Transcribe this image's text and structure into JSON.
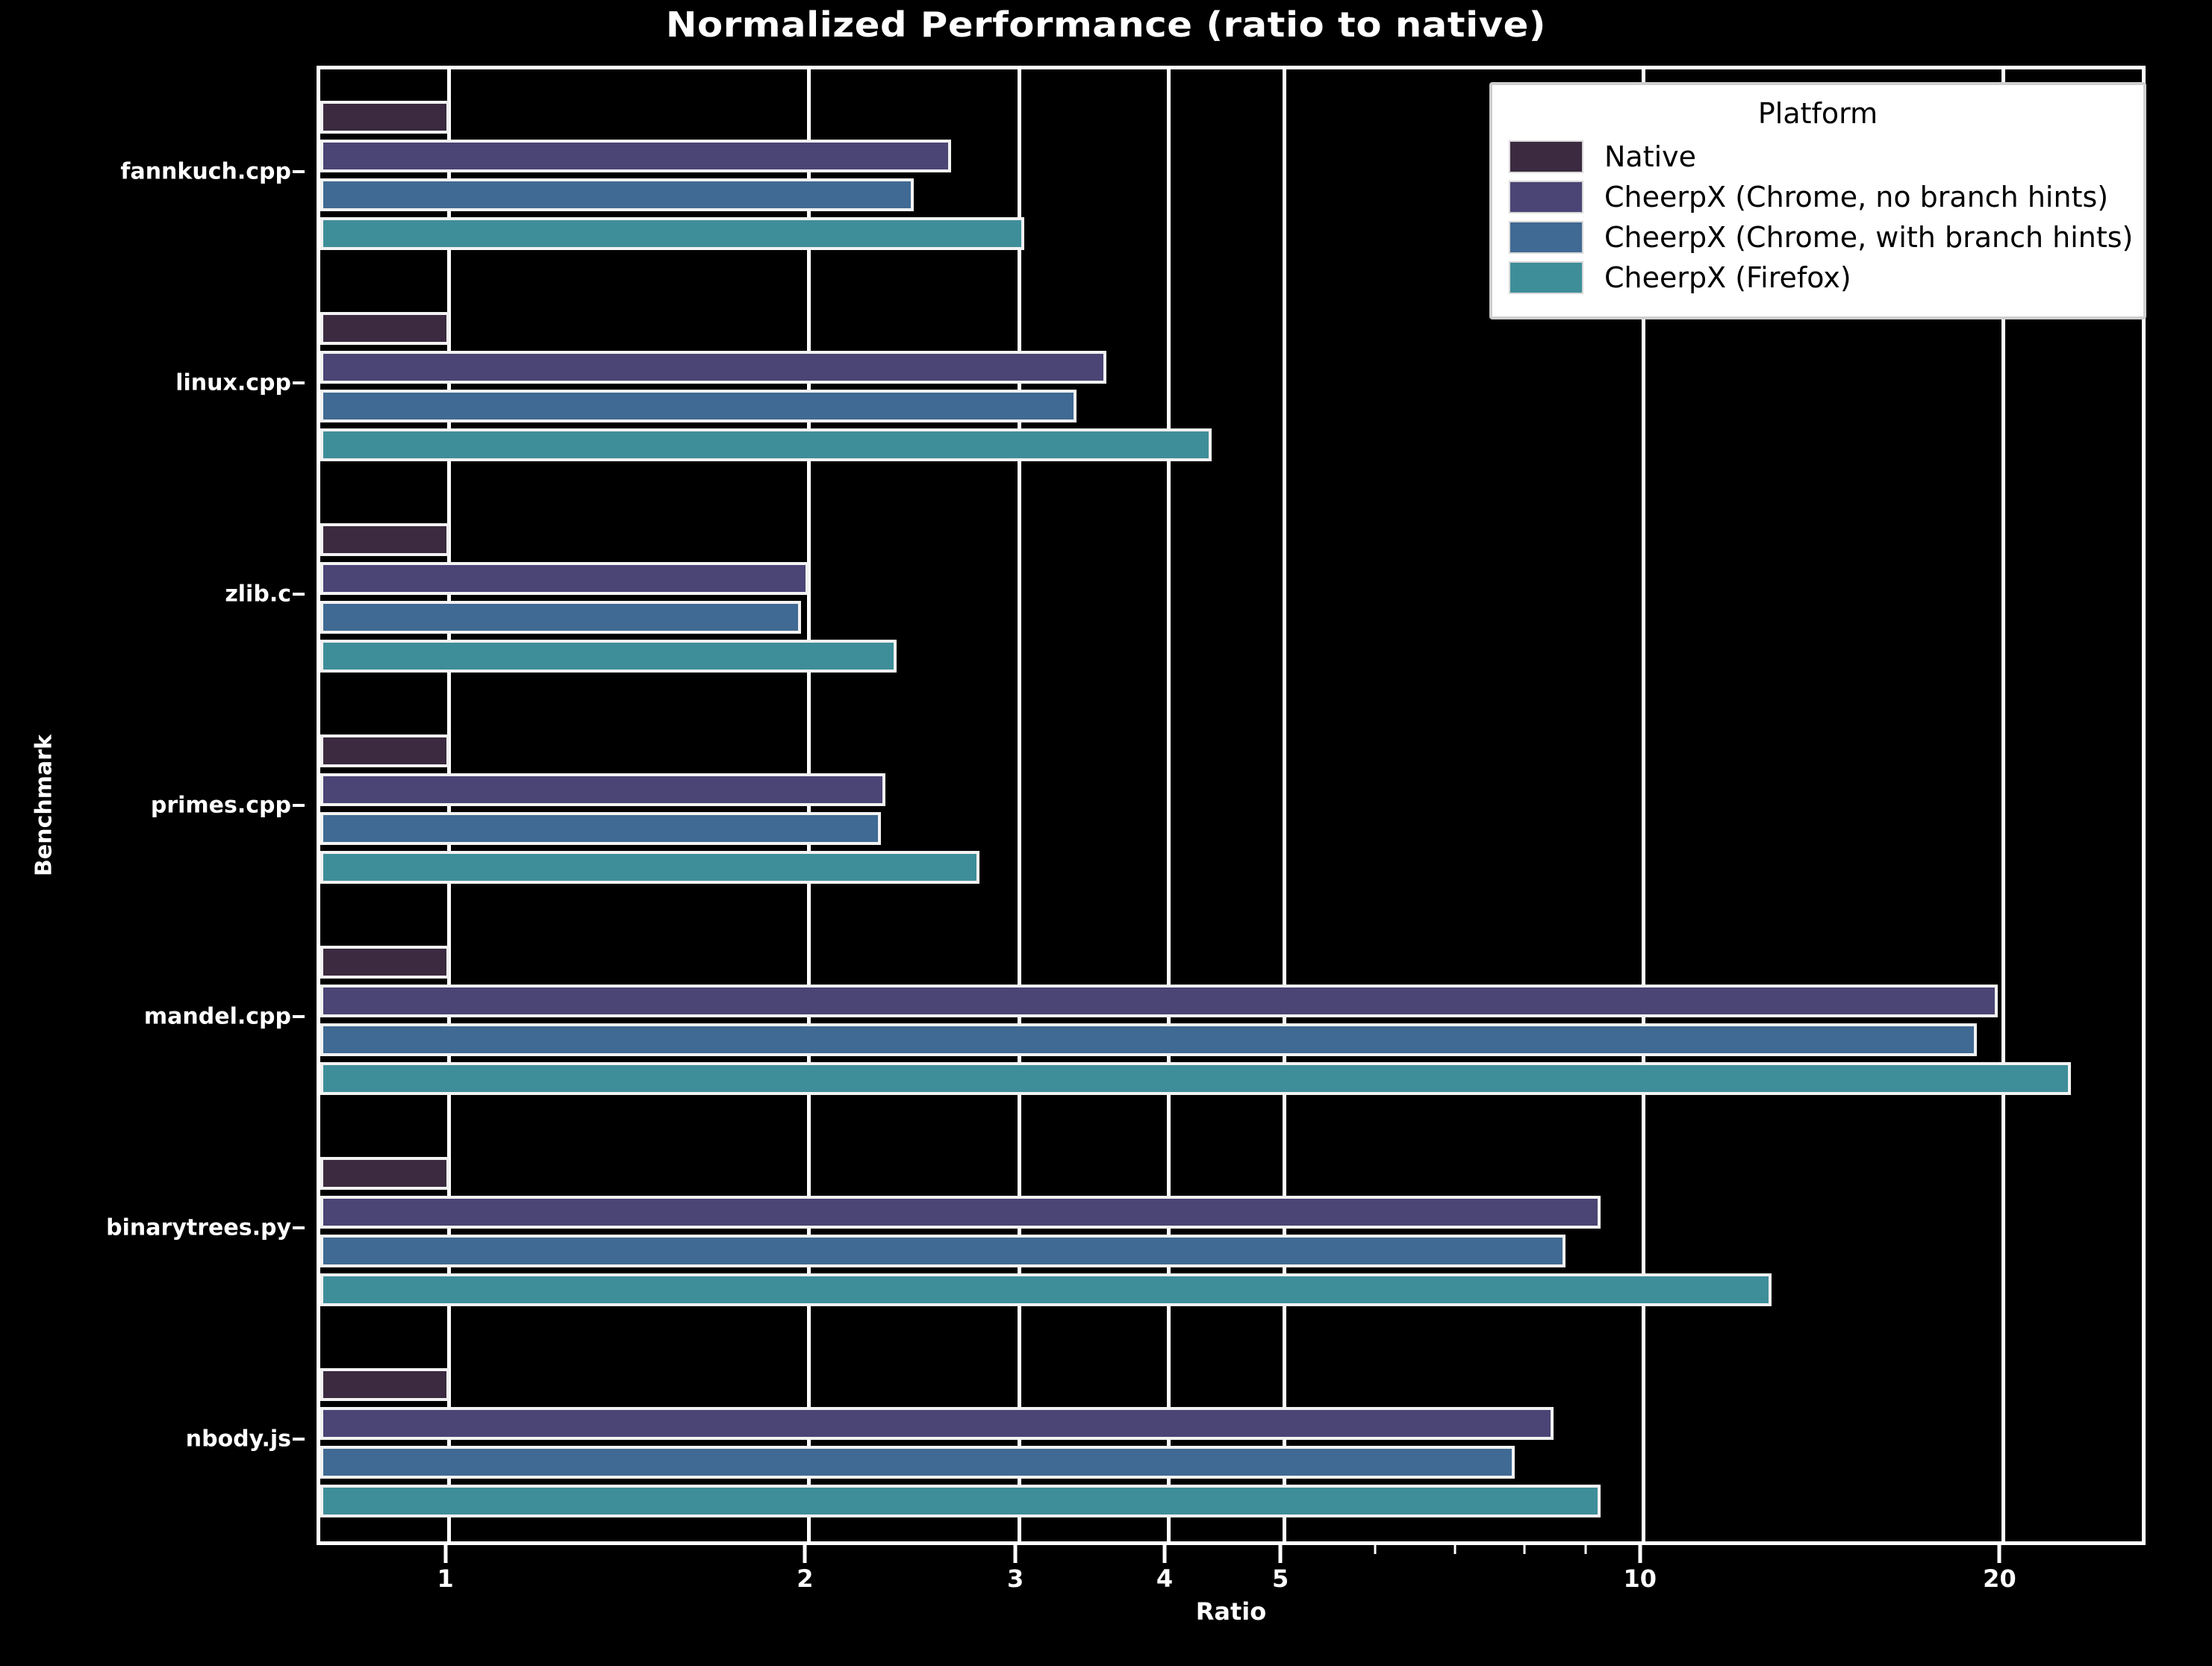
{
  "chart_data": {
    "type": "bar",
    "orientation": "horizontal",
    "title": "Normalized Performance (ratio to native)",
    "xlabel": "Ratio",
    "ylabel": "Benchmark",
    "xscale": "log",
    "xlim": [
      0.78,
      26.5
    ],
    "xticks": [
      1,
      2,
      3,
      4,
      5,
      10,
      20
    ],
    "xtick_labels": [
      "1",
      "2",
      "3",
      "4",
      "5",
      "10",
      "20"
    ],
    "grid": true,
    "legend_title": "Platform",
    "legend_position": "upper right",
    "categories": [
      "fannkuch.cpp",
      "linux.cpp",
      "zlib.c",
      "primes.cpp",
      "mandel.cpp",
      "binarytrees.py",
      "nbody.js"
    ],
    "series": [
      {
        "name": "Native",
        "color": "#3b2a40",
        "values": [
          1.0,
          1.0,
          1.0,
          1.0,
          1.0,
          1.0,
          1.0
        ]
      },
      {
        "name": "CheerpX (Chrome, no branch hints)",
        "color": "#4a4575",
        "values": [
          2.63,
          3.55,
          2.0,
          2.32,
          19.8,
          9.2,
          8.4
        ]
      },
      {
        "name": "CheerpX (Chrome, with branch hints)",
        "color": "#406a93",
        "values": [
          2.45,
          3.35,
          1.97,
          2.3,
          19.0,
          8.6,
          7.8
        ]
      },
      {
        "name": "CheerpX (Firefox)",
        "color": "#3e8e99",
        "values": [
          3.03,
          4.35,
          2.37,
          2.78,
          22.8,
          12.8,
          9.2
        ]
      }
    ]
  },
  "style": {
    "background": "#000000",
    "foreground": "#ffffff",
    "bar_edge": "#f2f2f2",
    "legend_bg": "#ffffff",
    "legend_border": "#cfcfcf"
  }
}
